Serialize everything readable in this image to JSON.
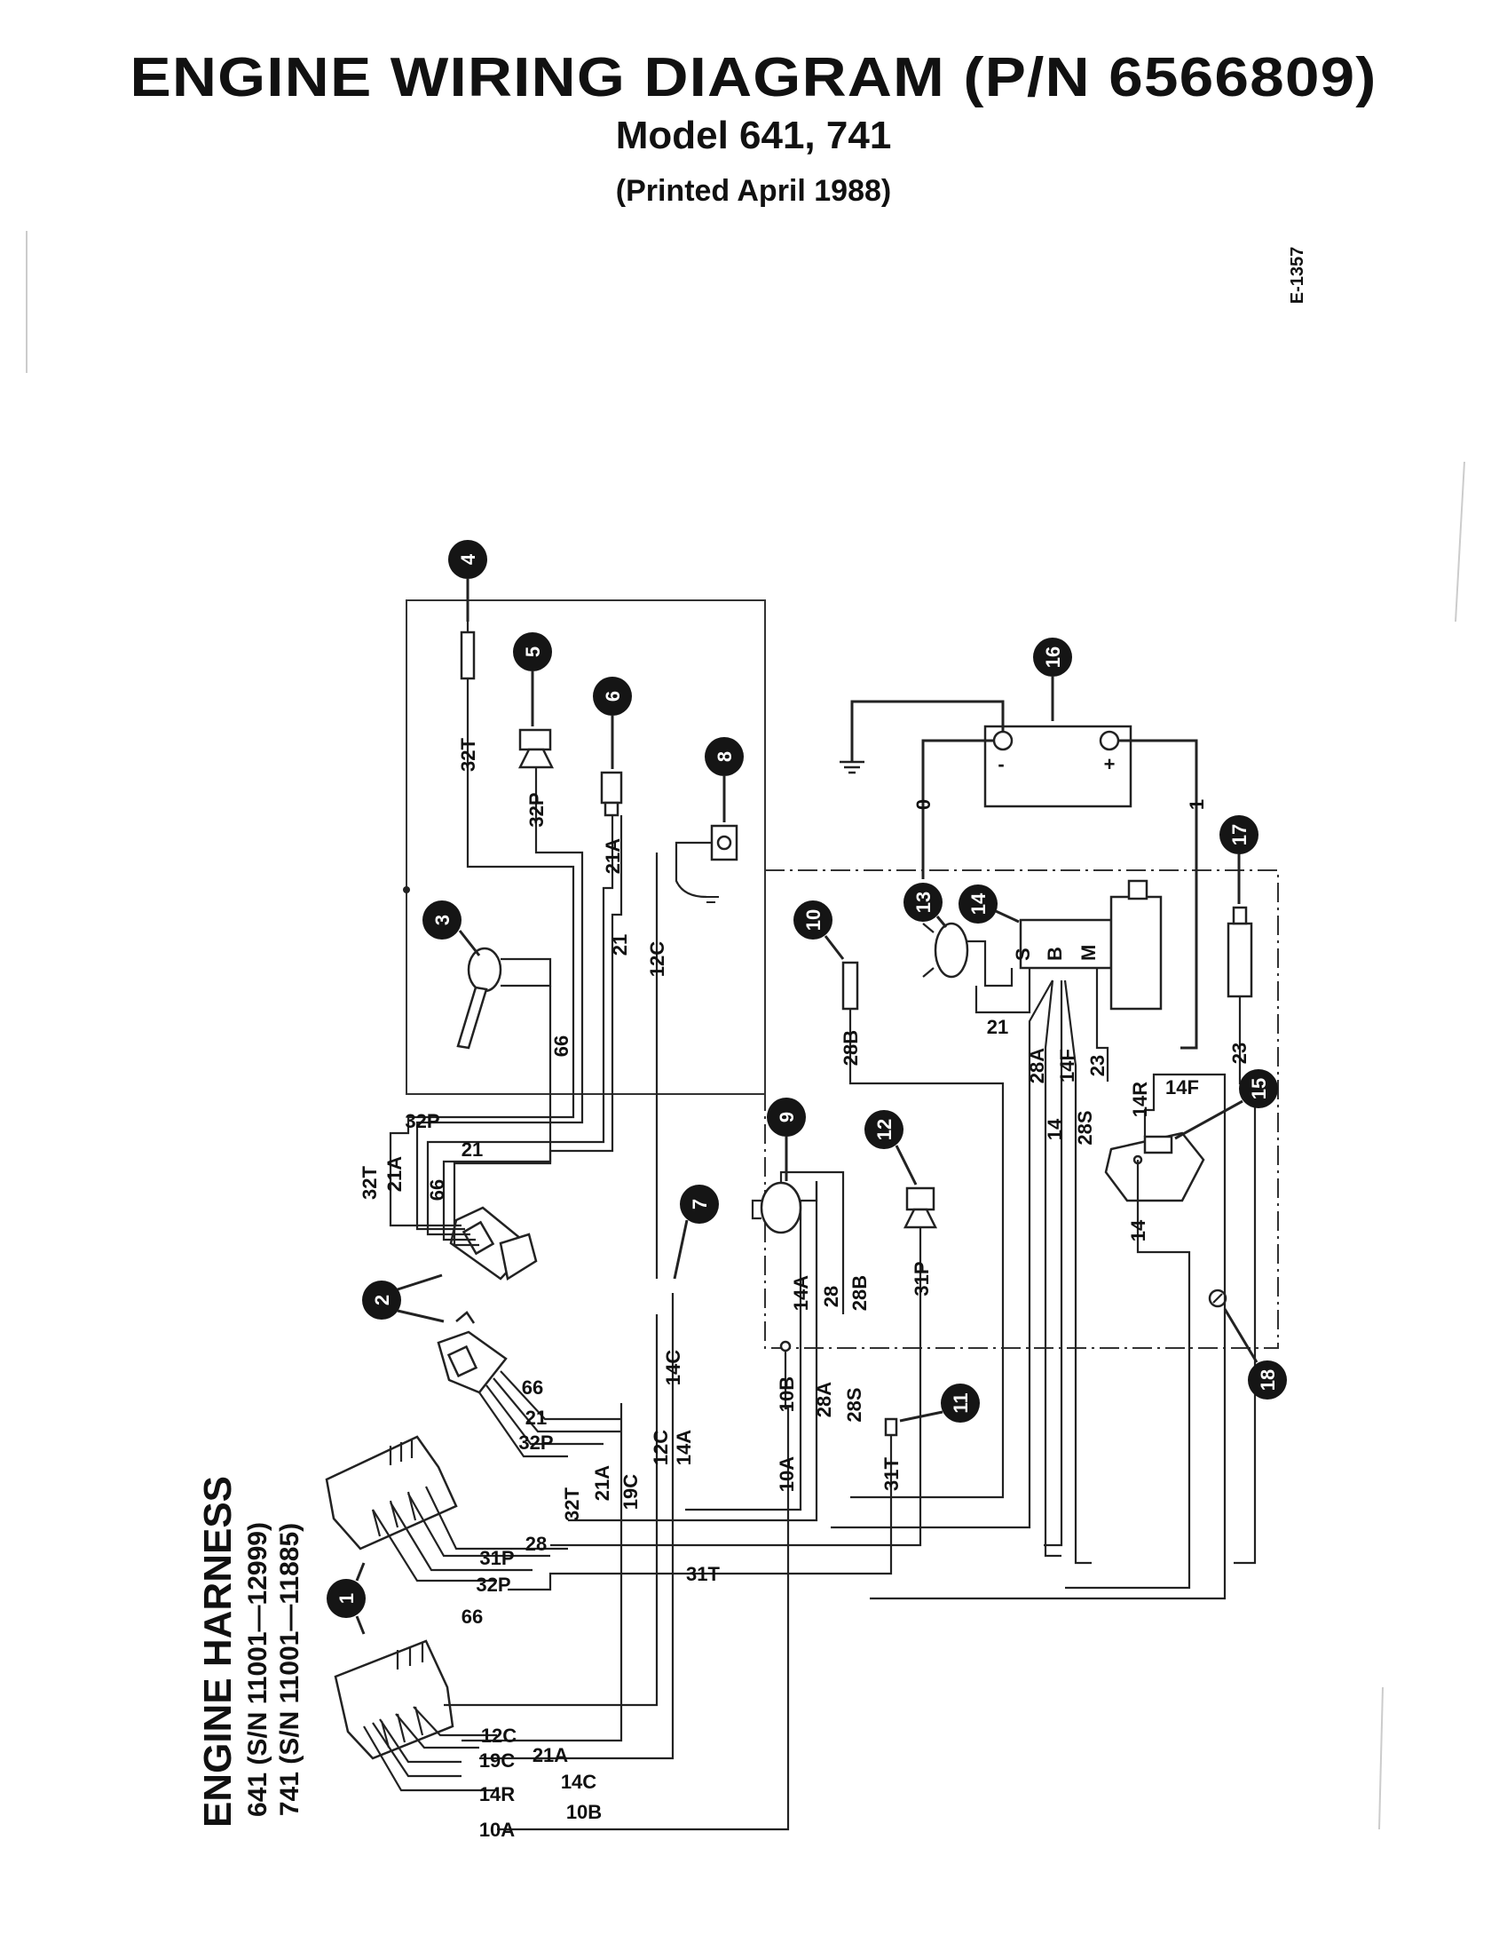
{
  "header": {
    "title": "ENGINE WIRING DIAGRAM (P/N 6566809)",
    "model": "Model 641, 741",
    "printed": "(Printed April 1988)",
    "figure_code": "E-1357"
  },
  "harness": {
    "title": "ENGINE HARNESS",
    "serial_641": "641 (S/N 11001—12999)",
    "serial_741": "741 (S/N 11001—11885)"
  },
  "callouts": [
    "1",
    "2",
    "3",
    "4",
    "5",
    "6",
    "7",
    "8",
    "9",
    "10",
    "11",
    "12",
    "13",
    "14",
    "15",
    "16",
    "17",
    "18"
  ],
  "battery": {
    "neg": "-",
    "pos": "+"
  },
  "solenoid_terminals": {
    "s": "S",
    "b": "B",
    "m": "M"
  },
  "wires": {
    "w32T": "32T",
    "w32P": "32P",
    "w21A": "21A",
    "w21": "21",
    "w12C": "12C",
    "w66": "66",
    "w0": "0",
    "w1": "1",
    "w28B": "28B",
    "w23": "23",
    "w28A": "28A",
    "w14F": "14F",
    "w28S": "28S",
    "w14": "14",
    "w14R": "14R",
    "w14C": "14C",
    "w14A": "14A",
    "w28": "28",
    "w31P": "31P",
    "w10B": "10B",
    "w10A": "10A",
    "w31T": "31T",
    "w19C": "19C"
  }
}
